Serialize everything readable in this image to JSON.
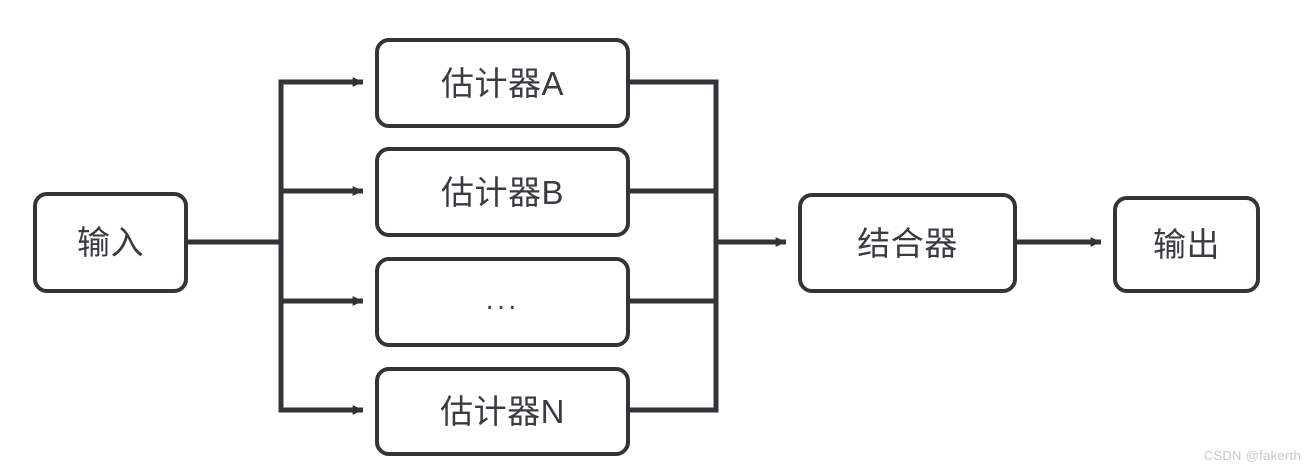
{
  "diagram": {
    "title": "ensemble-estimator-flow",
    "stroke_color": "#33333a",
    "text_color": "#3a3a42",
    "background": "#ffffff",
    "nodes": {
      "input": {
        "label": "输入"
      },
      "estimator_a": {
        "label": "估计器A"
      },
      "estimator_b": {
        "label": "估计器B"
      },
      "estimator_more": {
        "label": "..."
      },
      "estimator_n": {
        "label": "估计器N"
      },
      "combiner": {
        "label": "结合器"
      },
      "output": {
        "label": "输出"
      }
    },
    "edges": [
      {
        "from": "input",
        "to": "fan-out-bus",
        "arrow": false
      },
      {
        "from": "fan-out-bus",
        "to": "estimator_a",
        "arrow": true
      },
      {
        "from": "fan-out-bus",
        "to": "estimator_b",
        "arrow": true
      },
      {
        "from": "fan-out-bus",
        "to": "estimator_more",
        "arrow": true
      },
      {
        "from": "fan-out-bus",
        "to": "estimator_n",
        "arrow": true
      },
      {
        "from": "estimator_a",
        "to": "merge-bus",
        "arrow": false
      },
      {
        "from": "estimator_b",
        "to": "merge-bus",
        "arrow": false
      },
      {
        "from": "estimator_more",
        "to": "merge-bus",
        "arrow": false
      },
      {
        "from": "estimator_n",
        "to": "merge-bus",
        "arrow": false
      },
      {
        "from": "merge-bus",
        "to": "combiner",
        "arrow": true
      },
      {
        "from": "combiner",
        "to": "output",
        "arrow": true
      }
    ]
  },
  "watermark": {
    "text": "CSDN @fakerth",
    "color": "#c9c9cd"
  }
}
